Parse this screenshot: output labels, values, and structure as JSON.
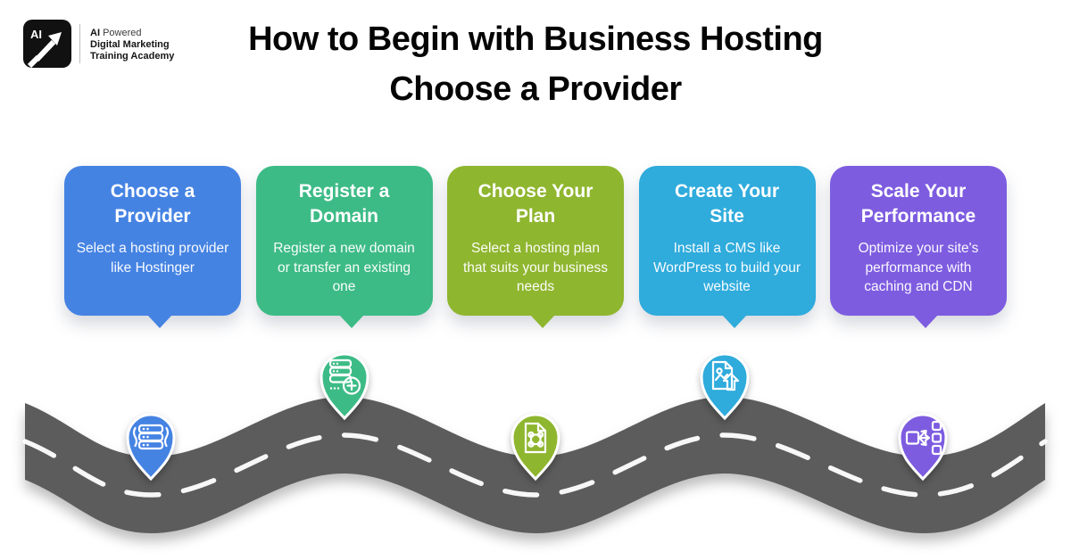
{
  "brand": {
    "badge_text": "AI",
    "tagline_bold": "AI",
    "tagline_rest": "Powered",
    "name_line1": "Digital Marketing",
    "name_line2": "Training Academy"
  },
  "title": {
    "line1": "How to Begin with Business Hosting",
    "line2": "Choose a Provider"
  },
  "steps": [
    {
      "title": "Choose a Provider",
      "description": "Select a hosting provider like Hostinger",
      "color": "#4583e3",
      "icon": "server-rack-icon"
    },
    {
      "title": "Register a Domain",
      "description": "Register a new domain or transfer an existing one",
      "color": "#3dbb86",
      "icon": "server-add-icon"
    },
    {
      "title": "Choose Your Plan",
      "description": "Select a hosting plan that suits your business needs",
      "color": "#8fb62f",
      "icon": "plan-blueprint-icon"
    },
    {
      "title": "Create Your Site",
      "description": "Install a CMS like WordPress to build your website",
      "color": "#2fabdc",
      "icon": "publish-page-icon"
    },
    {
      "title": "Scale Your Performance",
      "description": "Optimize your site's performance with caching and CDN",
      "color": "#7d5ce0",
      "icon": "cdn-distribution-icon"
    }
  ],
  "road": {
    "color": "#5d5c5c",
    "centerline_color": "#ffffff"
  }
}
